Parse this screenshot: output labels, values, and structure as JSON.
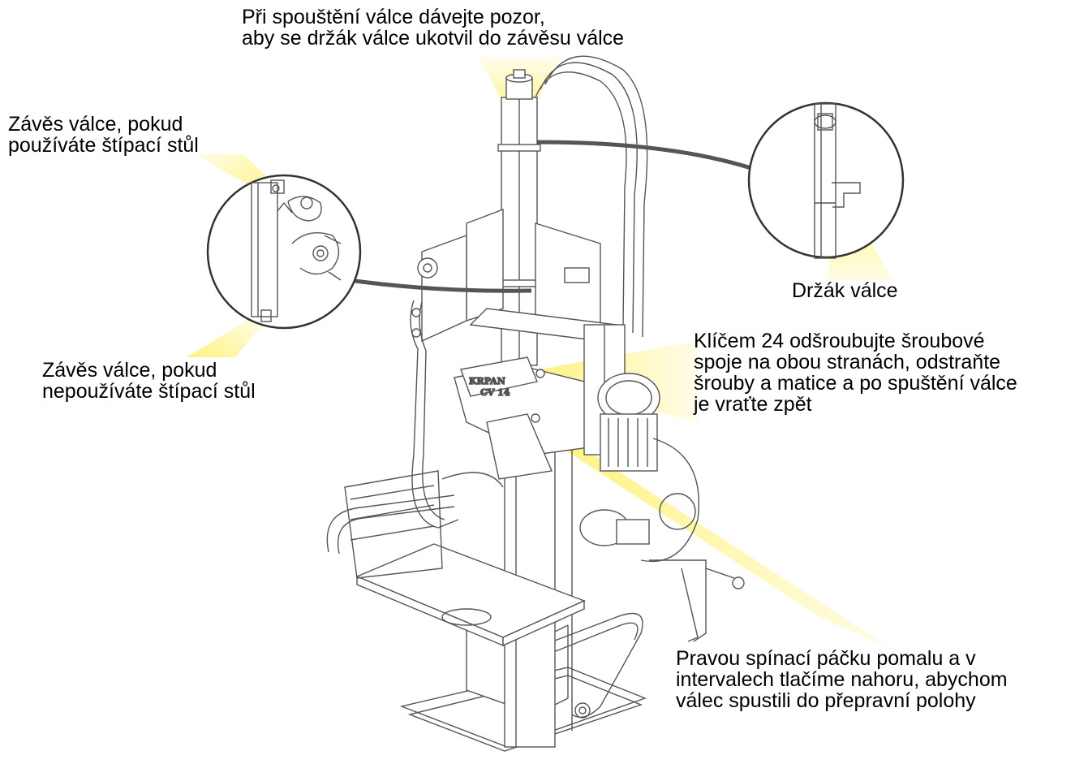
{
  "callouts": {
    "top": [
      "Při spouštění válce dávejte pozor,",
      "aby se držák válce ukotvil do závěsu válce"
    ],
    "top_left": [
      "Závěs válce, pokud",
      "používáte štípací stůl"
    ],
    "bottom_left": [
      "Závěs válce, pokud",
      "nepoužíváte štípací stůl"
    ],
    "holder": [
      "Držák válce"
    ],
    "right": [
      "Klíčem 24 odšroubujte šroubové",
      "spoje na obou stranách, odstraňte",
      "šrouby a matice a po spuštění válce",
      "je vraťte zpět"
    ],
    "bottom": [
      "Pravou spínací páčku pomalu a v",
      "intervalech tlačíme nahoru, abychom",
      "válec spustili do přepravní polohy"
    ]
  },
  "machine_label": [
    "KRPAN",
    "CV 14"
  ],
  "colors": {
    "highlight": "#fff27a",
    "line": "#555555",
    "detail_line": "#333333",
    "text": "#000000"
  }
}
